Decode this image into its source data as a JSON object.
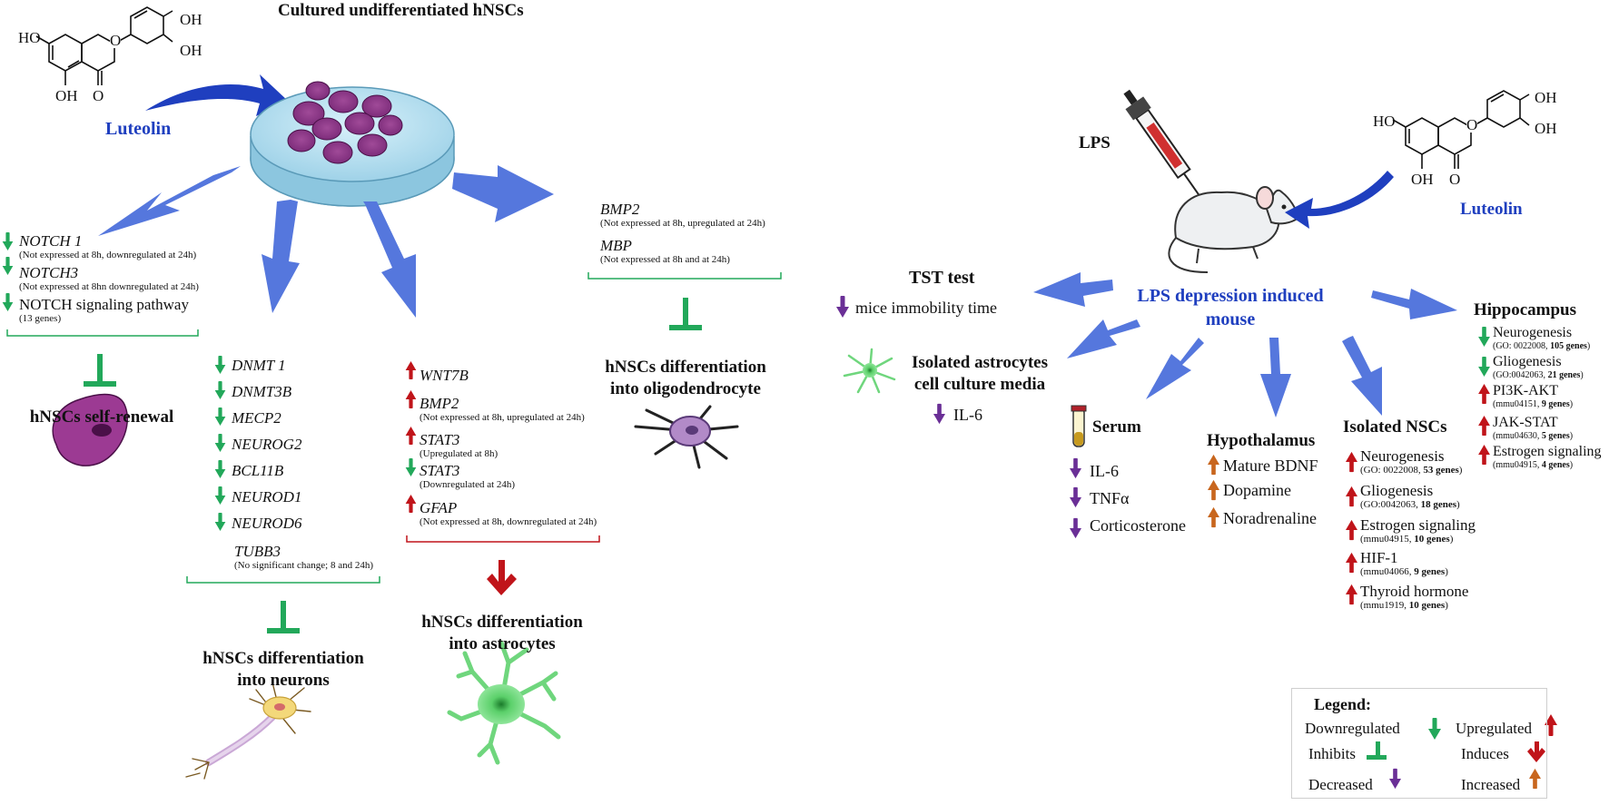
{
  "left": {
    "title": "Cultured undifferentiated hNSCs",
    "luteolin": "Luteolin",
    "molecule": {
      "oh_top1": "OH",
      "oh_top2": "OH",
      "ho_left": "HO",
      "oh_bottom": "OH",
      "o_ketone": "O",
      "o_ring": "O"
    },
    "notch": {
      "g1": "NOTCH 1",
      "g1_note": "(Not expressed at 8h, downregulated at 24h)",
      "g2": "NOTCH3",
      "g2_note": "(Not expressed at 8hn downregulated at 24h)",
      "g3": "NOTCH signaling pathway",
      "g3_note": "(13 genes)",
      "outcome": "hNSCs self-renewal"
    },
    "neurons": {
      "genes": [
        "DNMT 1",
        "DNMT3B",
        "MECP2",
        "NEUROG2",
        "BCL11B",
        "NEUROD1",
        "NEUROD6"
      ],
      "tubb3": "TUBB3",
      "tubb3_note": "(No significant change; 8 and 24h)",
      "outcome_line1": "hNSCs differentiation",
      "outcome_line2": "into neurons"
    },
    "astro": {
      "wnt7b": "WNT7B",
      "bmp2": "BMP2",
      "bmp2_note": "(Not expressed at 8h, upregulated at 24h)",
      "stat3a": "STAT3",
      "stat3a_note": "(Upregulated at 8h)",
      "stat3b": "STAT3",
      "stat3b_note": "(Downregulated at 24h)",
      "gfap": "GFAP",
      "gfap_note": "(Not expressed at 8h, downregulated at 24h)",
      "outcome_line1": "hNSCs differentiation",
      "outcome_line2": "into astrocytes"
    },
    "oligo": {
      "bmp2": "BMP2",
      "bmp2_note": "(Not expressed at 8h, upregulated at 24h)",
      "mbp": "MBP",
      "mbp_note": "(Not expressed at 8h and at 24h)",
      "outcome_line1": "hNSCs differentiation",
      "outcome_line2": "into oligodendrocyte"
    }
  },
  "right": {
    "lps": "LPS",
    "luteolin": "Luteolin",
    "molecule": {
      "oh_top1": "OH",
      "oh_top2": "OH",
      "ho_left": "HO",
      "oh_bottom": "OH",
      "o_ketone": "O",
      "o_ring": "O"
    },
    "center_line1": "LPS depression induced",
    "center_line2": "mouse",
    "tst": {
      "title": "TST test",
      "item": "mice immobility time"
    },
    "astro_media": {
      "line1": "Isolated astrocytes",
      "line2": "cell culture media",
      "item": "IL-6"
    },
    "serum": {
      "title": "Serum",
      "items": [
        "IL-6",
        "TNFα",
        "Corticosterone"
      ]
    },
    "hypothalamus": {
      "title": "Hypothalamus",
      "items": [
        "Mature BDNF",
        "Dopamine",
        "Noradrenaline"
      ]
    },
    "nscs": {
      "title": "Isolated NSCs",
      "items": [
        {
          "label": "Neurogenesis",
          "note": "(GO: 0022008, ",
          "genes": "53 genes",
          "close": ")"
        },
        {
          "label": "Gliogenesis",
          "note": "(GO:0042063, ",
          "genes": "18 genes",
          "close": ")"
        },
        {
          "label": "Estrogen signaling",
          "note": "(mmu04915, ",
          "genes": "10 genes",
          "close": ")"
        },
        {
          "label": "HIF-1",
          "note": "(mmu04066, ",
          "genes": "9 genes",
          "close": ")"
        },
        {
          "label": "Thyroid hormone",
          "note": "(mmu1919, ",
          "genes": "10 genes",
          "close": ")"
        }
      ]
    },
    "hippo": {
      "title": "Hippocampus",
      "items": [
        {
          "label": "Neurogenesis",
          "note": "(GO: 0022008, ",
          "genes": "105 genes",
          "close": ")"
        },
        {
          "label": "Gliogenesis",
          "note": "(GO:0042063, ",
          "genes": "21 genes",
          "close": ")"
        },
        {
          "label": "PI3K-AKT",
          "note": "(mmu04151, ",
          "genes": "9 genes",
          "close": ")"
        },
        {
          "label": "JAK-STAT",
          "note": "(mmu04630, ",
          "genes": "5 genes",
          "close": ")"
        },
        {
          "label": "Estrogen signaling",
          "note": "(mmu04915, ",
          "genes": "4 genes",
          "close": ")"
        }
      ]
    }
  },
  "legend": {
    "title": "Legend:",
    "downregulated": "Downregulated",
    "upregulated": "Upregulated",
    "inhibits": "Inhibits",
    "induces": "Induces",
    "decreased": "Decreased",
    "increased": "Increased"
  },
  "colors": {
    "down_green": "#22a85a",
    "up_red": "#c0141a",
    "decreased_purple": "#6a2f96",
    "increased_orange": "#c8661e",
    "big_arrow_blue": "#5577dd",
    "luteolin_blue": "#1f3fbf"
  }
}
